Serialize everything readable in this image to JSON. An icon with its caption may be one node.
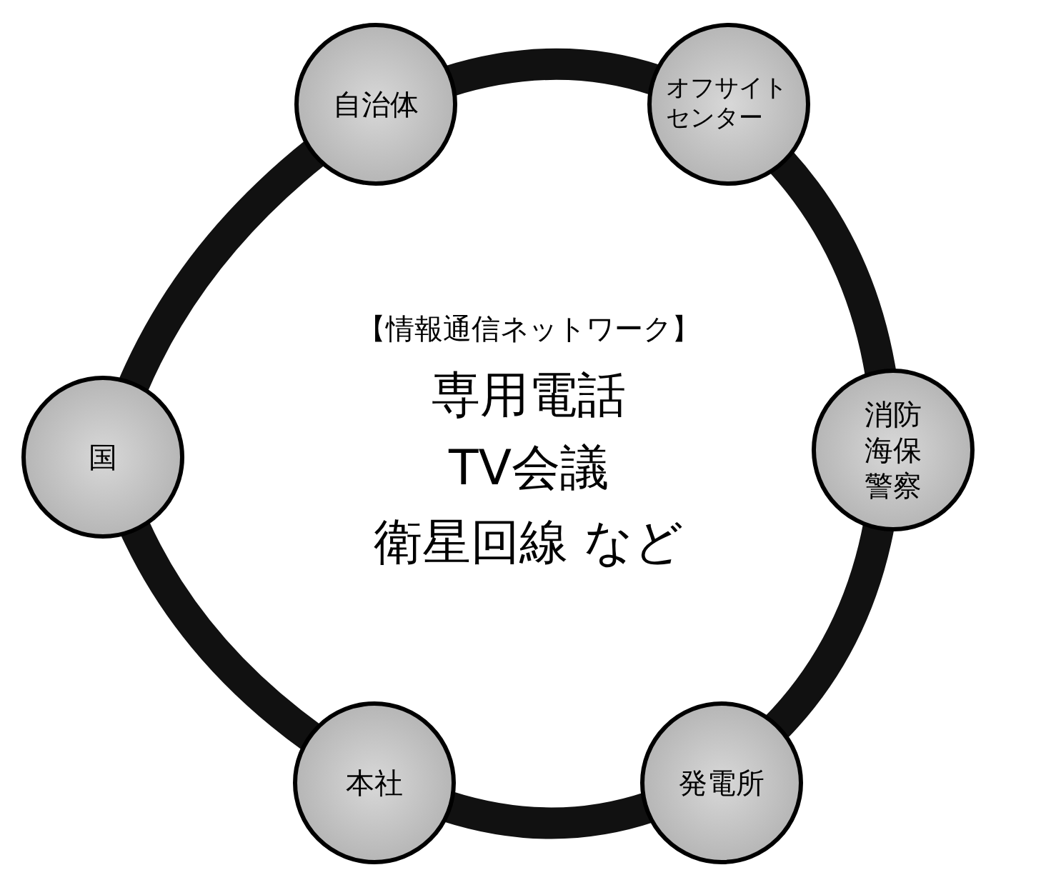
{
  "diagram": {
    "nodes": [
      {
        "text": [
          "自治体"
        ]
      },
      {
        "text": [
          "オフサイトセンター"
        ]
      },
      {
        "text": [
          "消防",
          "海保",
          "警察"
        ]
      },
      {
        "text": [
          "発電所"
        ]
      },
      {
        "text": [
          "本社"
        ]
      },
      {
        "text": [
          "国"
        ]
      }
    ],
    "edges": [
      {
        "from": 0,
        "to": 1,
        "arrow": "none"
      },
      {
        "from": 1,
        "to": 2,
        "arrow": "none"
      },
      {
        "from": 2,
        "to": 3,
        "arrow": "none"
      },
      {
        "from": 3,
        "to": 4,
        "arrow": "none"
      },
      {
        "from": 4,
        "to": 5,
        "arrow": "none"
      },
      {
        "from": 5,
        "to": 0,
        "arrow": "none"
      }
    ],
    "labels": [
      "【情報通信ネットワーク】",
      "専用電話",
      "TV会議",
      "衛星回線 など"
    ]
  }
}
